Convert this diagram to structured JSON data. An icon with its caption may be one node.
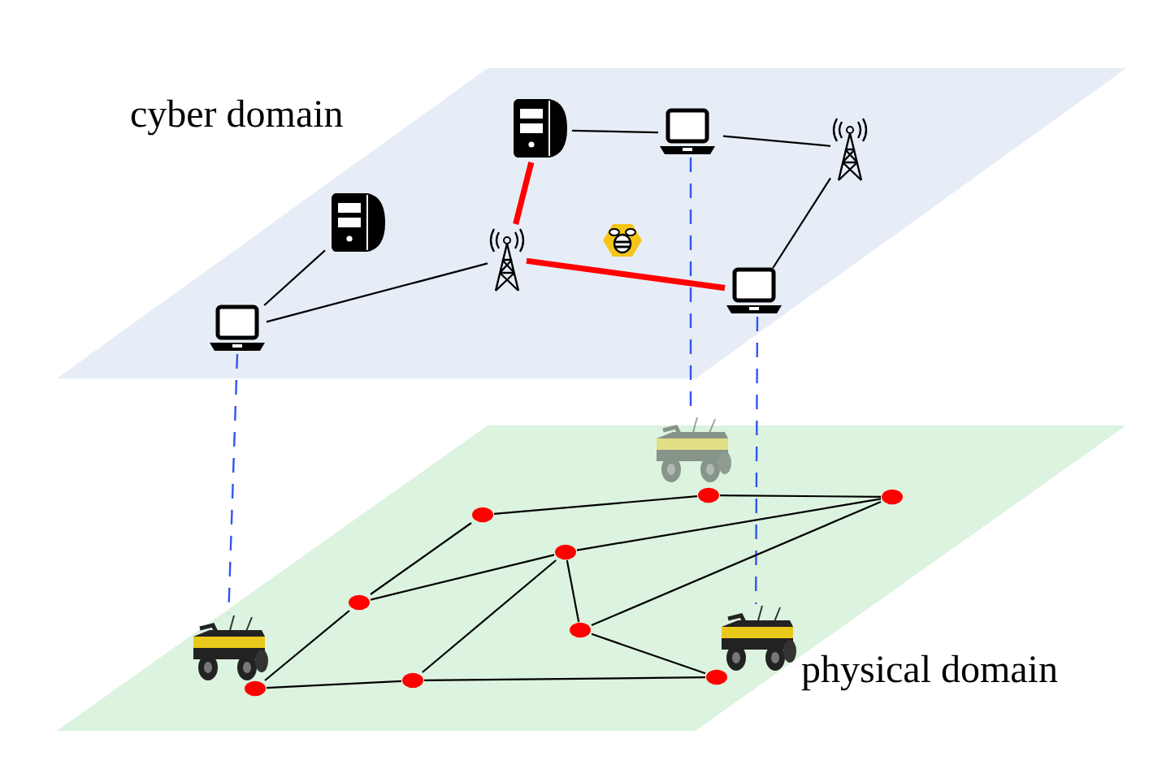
{
  "diagram": {
    "nodes": [
      {
        "text": [
          "cyber domain"
        ]
      },
      {
        "text": [],
        "shape": "laptop",
        "in": 0
      },
      {
        "text": [],
        "shape": "server",
        "in": 0
      },
      {
        "text": [],
        "shape": "server",
        "in": 0
      },
      {
        "text": [],
        "shape": "laptop",
        "in": 0
      },
      {
        "text": [],
        "shape": "antenna",
        "in": 0
      },
      {
        "text": [],
        "shape": "antenna",
        "in": 0
      },
      {
        "text": [],
        "shape": "laptop",
        "in": 0
      },
      {
        "text": [],
        "shape": "picture",
        "in": 0
      },
      {
        "text": [
          "physical domain"
        ]
      },
      {
        "text": [],
        "shape": "robot",
        "in": 9
      },
      {
        "text": [],
        "shape": "robot",
        "in": 9
      },
      {
        "text": [],
        "shape": "robot",
        "in": 9
      },
      {
        "text": [],
        "shape": "circle",
        "in": 9
      },
      {
        "text": [],
        "shape": "circle",
        "in": 9
      },
      {
        "text": [],
        "shape": "circle",
        "in": 9
      },
      {
        "text": [],
        "shape": "circle",
        "in": 9
      },
      {
        "text": [],
        "shape": "circle",
        "in": 9
      },
      {
        "text": [],
        "shape": "circle",
        "in": 9
      },
      {
        "text": [],
        "shape": "circle",
        "in": 9
      },
      {
        "text": [],
        "shape": "circle",
        "in": 9
      },
      {
        "text": [],
        "shape": "circle",
        "in": 9
      }
    ],
    "edges": [
      {
        "from": 1,
        "to": 2,
        "arrow": "none"
      },
      {
        "from": 1,
        "to": 6,
        "arrow": "none"
      },
      {
        "from": 3,
        "to": 4,
        "arrow": "none"
      },
      {
        "from": 4,
        "to": 5,
        "arrow": "none"
      },
      {
        "from": 5,
        "to": 7,
        "arrow": "none"
      },
      {
        "from": 3,
        "to": 6,
        "arrow": "none",
        "style": "thick",
        "color": "#ff0000"
      },
      {
        "from": 6,
        "to": 7,
        "arrow": "none",
        "style": "thick",
        "color": "#ff0000"
      },
      {
        "from": 1,
        "to": 10,
        "arrow": "none",
        "style": "dashed",
        "color": "#3355ee"
      },
      {
        "from": 4,
        "to": 11,
        "arrow": "none",
        "style": "dashed",
        "color": "#3355ee"
      },
      {
        "from": 7,
        "to": 12,
        "arrow": "none",
        "style": "dashed",
        "color": "#3355ee"
      },
      {
        "from": 13,
        "to": 14,
        "arrow": "none"
      },
      {
        "from": 14,
        "to": 15,
        "arrow": "none"
      },
      {
        "from": 13,
        "to": 17,
        "arrow": "none"
      },
      {
        "from": 17,
        "to": 16,
        "arrow": "none"
      },
      {
        "from": 16,
        "to": 15,
        "arrow": "none"
      },
      {
        "from": 17,
        "to": 19,
        "arrow": "none"
      },
      {
        "from": 19,
        "to": 20,
        "arrow": "none"
      },
      {
        "from": 20,
        "to": 16,
        "arrow": "none"
      },
      {
        "from": 20,
        "to": 21,
        "arrow": "none"
      },
      {
        "from": 16,
        "to": 18,
        "arrow": "none"
      },
      {
        "from": 18,
        "to": 15,
        "arrow": "none"
      },
      {
        "from": 18,
        "to": 21,
        "arrow": "none"
      }
    ]
  }
}
